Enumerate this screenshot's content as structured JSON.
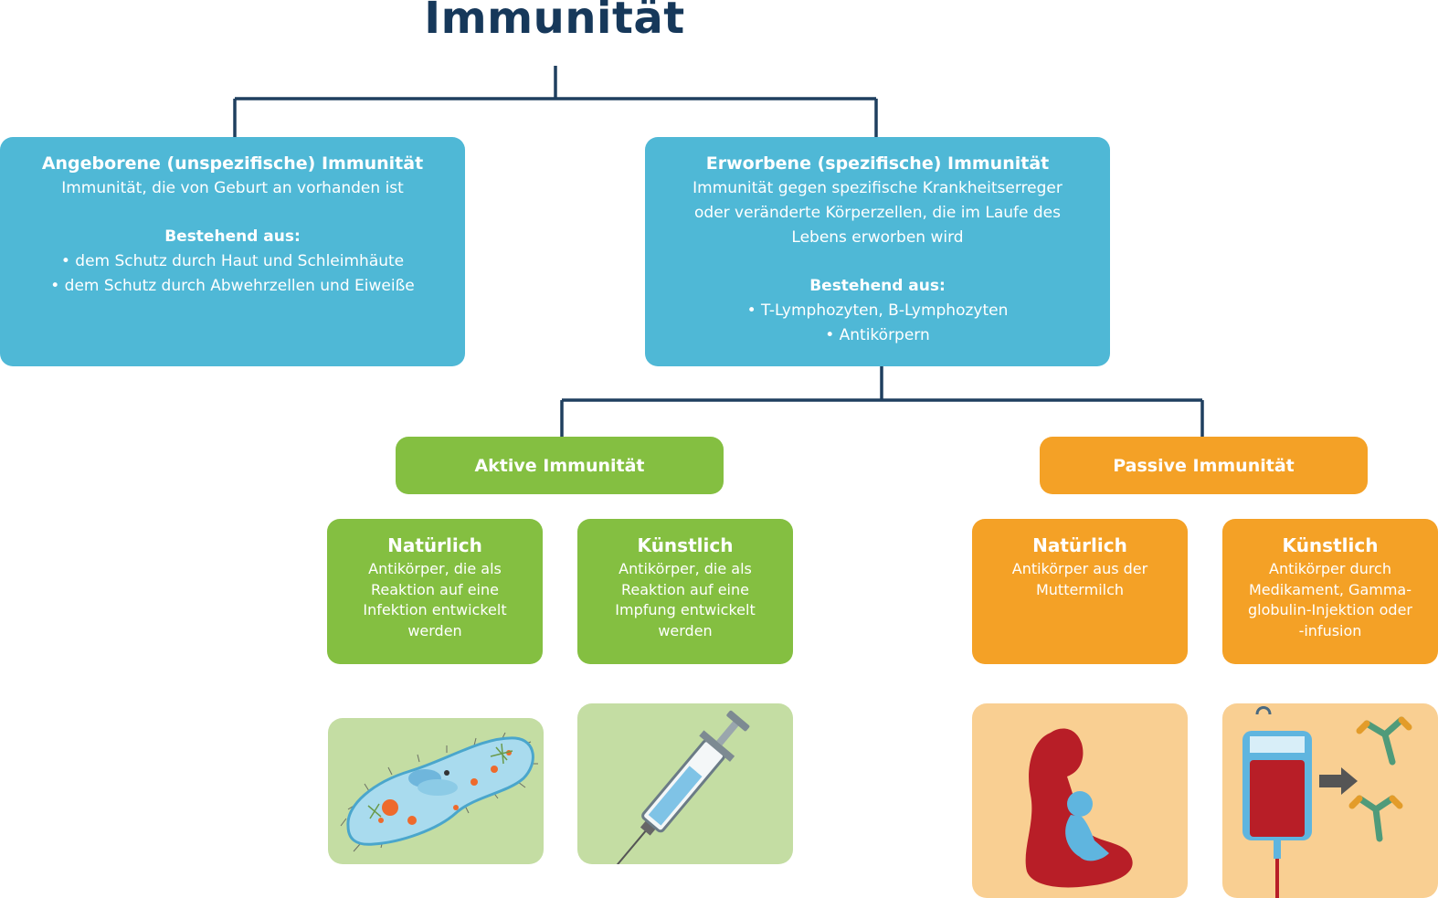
{
  "title": "Immunität",
  "innate": {
    "heading": "Angeborene (unspezifische) Immunität",
    "description": "Immunität, die von Geburt an vorhanden ist",
    "consists_label": "Bestehend aus:",
    "items": [
      "• dem Schutz durch Haut und Schleimhäute",
      "• dem Schutz durch Abwehrzellen und Eiweiße"
    ]
  },
  "acquired": {
    "heading": "Erworbene (spezifische) Immunität",
    "description_lines": [
      "Immunität gegen spezifische Krankheitserreger",
      "oder veränderte Körperzellen, die im Laufe des",
      "Lebens erworben wird"
    ],
    "consists_label": "Bestehend aus:",
    "items": [
      "• T-Lymphozyten, B-Lymphozyten",
      "• Antikörpern"
    ]
  },
  "active": {
    "label": "Aktive Immunität",
    "natural": {
      "heading": "Natürlich",
      "lines": [
        "Antikörper, die als",
        "Reaktion auf eine",
        "Infektion entwickelt",
        "werden"
      ]
    },
    "artificial": {
      "heading": "Künstlich",
      "lines": [
        "Antikörper, die als",
        "Reaktion auf eine",
        "Impfung entwickelt",
        "werden"
      ]
    }
  },
  "passive": {
    "label": "Passive Immunität",
    "natural": {
      "heading": "Natürlich",
      "lines": [
        "Antikörper aus der",
        "Muttermilch"
      ]
    },
    "artificial": {
      "heading": "Künstlich",
      "lines": [
        "Antikörper durch",
        "Medikament, Gamma-",
        "globulin-Injektion oder",
        "-infusion"
      ]
    }
  },
  "colors": {
    "title": "#16385a",
    "connector": "#1f3f5f",
    "blue": "#4fb8d6",
    "green": "#84bf41",
    "orange": "#f4a126",
    "green_bg": "#c4dda3",
    "orange_bg": "#f9cf92"
  },
  "icons": [
    "paramecium-icon",
    "syringe-icon",
    "breastfeeding-mother-icon",
    "infusion-bag-icon",
    "arrow-icon",
    "antibody-icon"
  ]
}
